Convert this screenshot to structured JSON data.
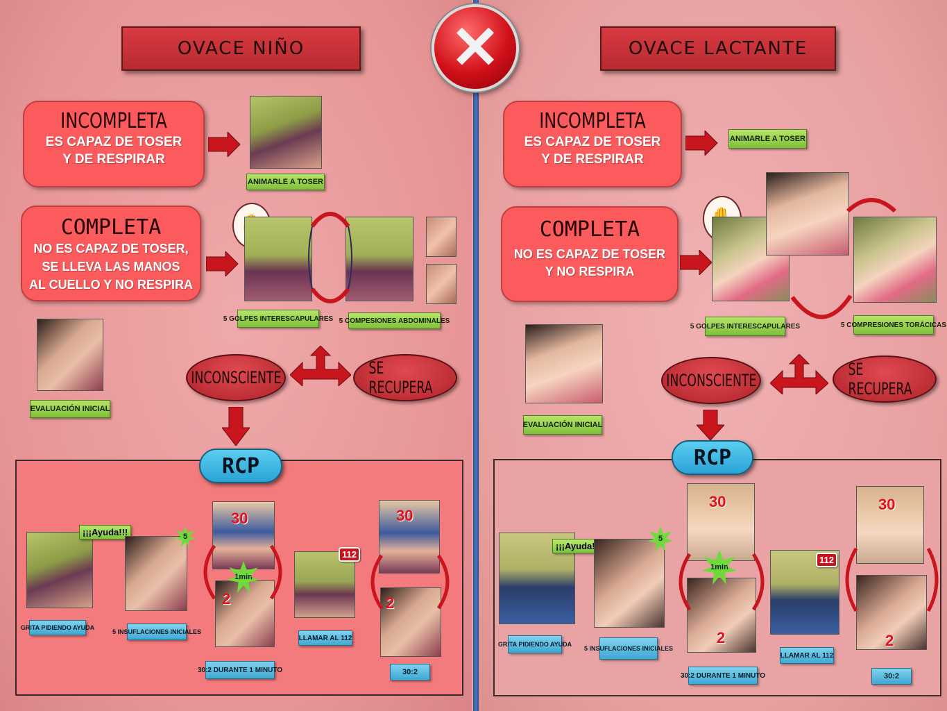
{
  "left": {
    "title": "OVACE NIÑO",
    "incompleta": {
      "title": "INCOMPLETA",
      "line1": "ES CAPAZ DE TOSER",
      "line2": "Y DE RESPIRAR"
    },
    "animarle_label": "ANIMARLE  A TOSER",
    "completa": {
      "title": "COMPLETA",
      "line1": "NO ES CAPAZ DE TOSER,",
      "line2": "SE LLEVA LAS MANOS",
      "line3": "AL CUELLO Y NO RESPIRA"
    },
    "golpes_label": "5 GOLPES INTERESCAPULARES",
    "compresiones_label": "5  COMPESIONES ABDOMINALES",
    "evaluacion_label": "EVALUACIÓN INICIAL",
    "inconsciente": "INCONSCIENTE",
    "se_recupera": "SE RECUPERA",
    "rcp": "RCP",
    "ayuda_bubble": "¡¡¡Ayuda!!!",
    "grita_label": "GRITA PIDIENDO AYUDA",
    "insuflaciones_label": "5  INSUFLACIONES INICIALES",
    "five_badge": "5",
    "n30a": "30",
    "n2a": "2",
    "one_min": "1min",
    "minuto_label": "30:2 DURANTE 1 MINUTO",
    "badge_112": "112",
    "llamar_label": "LLAMAR AL 112",
    "n30b": "30",
    "n2b": "2",
    "ratio_label": "30:2"
  },
  "right": {
    "title": "OVACE LACTANTE",
    "incompleta": {
      "title": "INCOMPLETA",
      "line1": "ES CAPAZ DE TOSER",
      "line2": "Y DE RESPIRAR"
    },
    "animarle_label": "ANIMARLE  A TOSER",
    "completa": {
      "title": "COMPLETA",
      "line1": "NO ES CAPAZ DE TOSER",
      "line2": "Y NO RESPIRA"
    },
    "golpes_label": "5 GOLPES INTERESCAPULARES",
    "compresiones_label": "5  COMPRESIONES TORÁCICAS",
    "evaluacion_label": "EVALUACIÓN INICIAL",
    "inconsciente": "INCONSCIENTE",
    "se_recupera": "SE RECUPERA",
    "rcp": "RCP",
    "ayuda_bubble": "¡¡¡Ayuda!!!",
    "grita_label": "GRITA PIDIENDO AYUDA",
    "insuflaciones_label": "5  INSUFLACIONES INICIALES",
    "five_badge": "5",
    "n30a": "30",
    "n2a": "2",
    "one_min": "1min",
    "minuto_label": "30:2 DURANTE 1 MINUTO",
    "badge_112": "112",
    "llamar_label": "LLAMAR AL 112",
    "n30b": "30",
    "n2b": "2",
    "ratio_label": "30:2"
  },
  "close_glyph": "✕",
  "hand_glyph": "✋",
  "colors": {
    "title_red": "#c8323a",
    "state_red": "#fb5b5d",
    "green_label": "#8fcf45",
    "blue_pill": "#3fb3de",
    "divider_blue": "#3a64ad"
  }
}
